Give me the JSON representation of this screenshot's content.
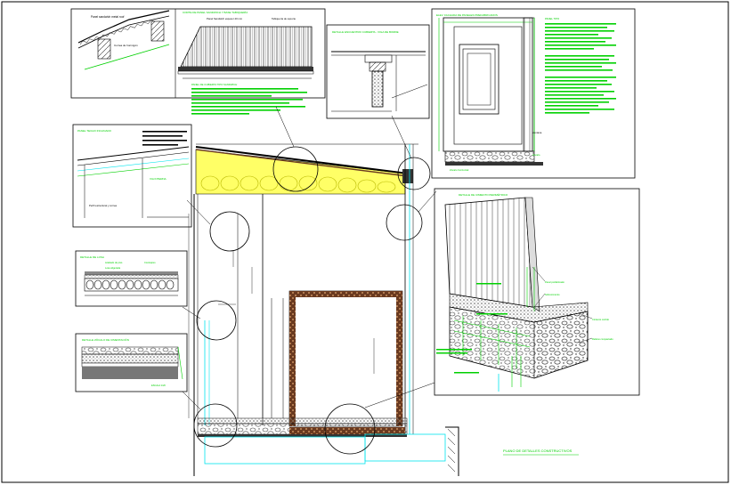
{
  "colors": {
    "background": "#ffffff",
    "linework": "#000000",
    "annotation": "#00d000",
    "glazing": "#00e5ee",
    "insulation": "#ffff66",
    "hatch": "#7a4a2a"
  },
  "labels": {
    "panel_roof_title": "Panel sandwich metal roof",
    "panel_roof_note": "Correa de hormigón",
    "panel_cut_title": "CORTE DE PANEL SANDWICH Y BASE TABIQUERÍA",
    "panel_cut_note_a": "Panel Sandwich espesor 40 mm",
    "panel_cut_note_b": "Tabiquería de soporte",
    "panel_green_text": "PANEL DE CUBIERTA TIPO SANDWICH",
    "eave_title": "DETALLE ENCUENTRO CUBIERTA - VIGA DE BORDE",
    "facade_title": "ELEV. FACHADA DE PANELES PREFABRICADOS",
    "facade_note": "PANEL TIPO",
    "facade_label_a": "Ventana",
    "facade_label_b": "Zócalo",
    "facade_label_c": "Zócalo horizontal",
    "roof_slope_title": "PANEL TECHO INCLINADO",
    "roof_slope_axis": "VIA INTERNA",
    "roof_slope_note": "Perfil estructural y correa",
    "floor_title": "DETALLE DE LOSA",
    "floor_note_a": "Acabado de piso",
    "floor_note_b": "Contrapiso",
    "floor_note_c": "Losa aligerada",
    "cyclopean_title": "DETALLE ZÓCALO DE CIMENTACIÓN",
    "cyclopean_scale": "ESCALA 1/20",
    "iso_title": "DETALLE DE CIMIENTO PERIMÉTRICO",
    "iso_note_a": "Panel prefabricado",
    "iso_note_b": "Sobrecimiento",
    "iso_note_c": "Cimiento corrido",
    "iso_note_d": "Relleno compactado",
    "plan_title": "PLANO DE DETALLES CONSTRUCTIVOS"
  }
}
